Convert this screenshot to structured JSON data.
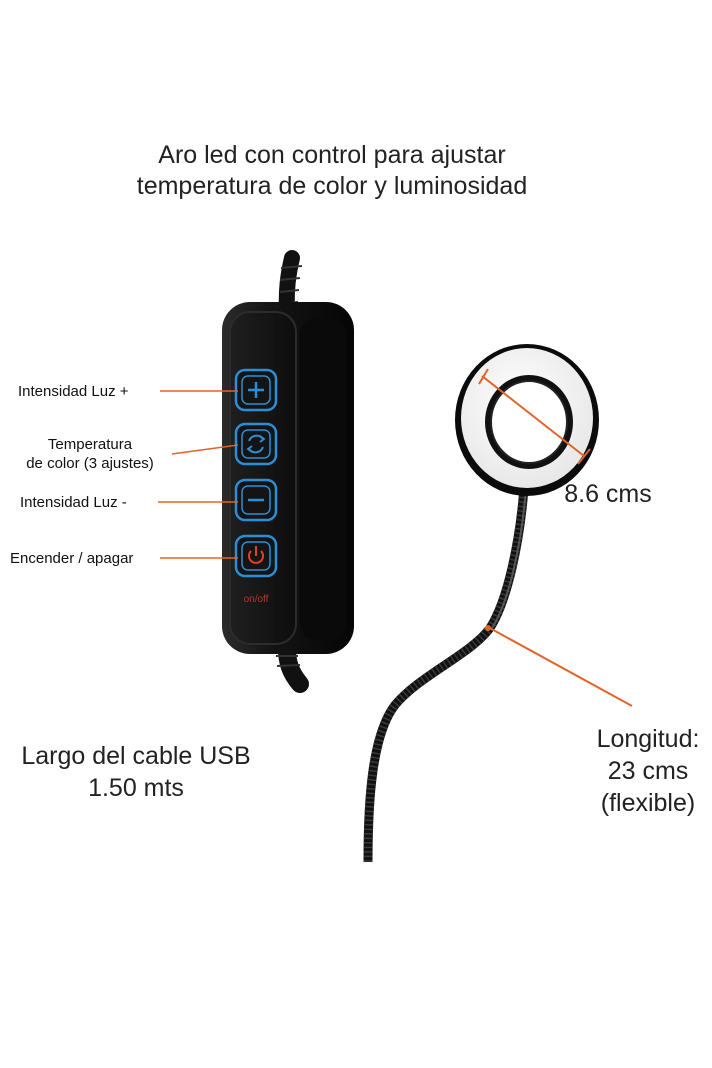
{
  "title": {
    "line1": "Aro led con control para ajustar",
    "line2": "temperatura de color y luminosidad"
  },
  "controller": {
    "buttons": [
      {
        "label": "Intensidad Luz +",
        "icon": "plus-icon"
      },
      {
        "label_line1": "Temperatura",
        "label_line2": "de color (3 ajustes)",
        "icon": "cycle-icon"
      },
      {
        "label": "Intensidad Luz -",
        "icon": "minus-icon"
      },
      {
        "label": "Encender / apagar",
        "icon": "power-icon"
      }
    ],
    "onoff_text": "on/off",
    "button_color": "#2a8fd8",
    "power_color": "#e0402f"
  },
  "cable": {
    "line1": "Largo del cable USB",
    "line2": "1.50 mts"
  },
  "ring": {
    "diameter": "8.6 cms"
  },
  "neck": {
    "line1": "Longitud:",
    "line2": "23 cms",
    "line3": "(flexible)"
  },
  "accent_color": "#e0652a"
}
